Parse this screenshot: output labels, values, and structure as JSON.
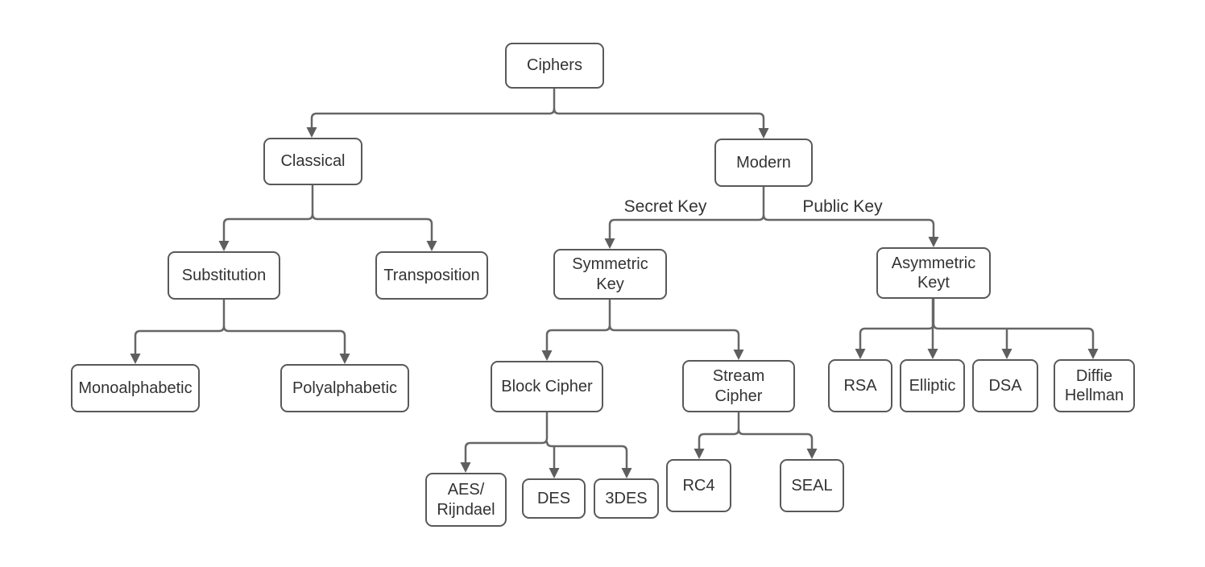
{
  "diagram": {
    "type": "tree-flowchart",
    "background_color": "#ffffff",
    "box_fill_color": "#ffffff",
    "box_border_color": "#595959",
    "line_color": "#666666",
    "text_color": "#333333",
    "nodes": {
      "ciphers": {
        "label": "Ciphers"
      },
      "classical": {
        "label": "Classical"
      },
      "modern": {
        "label": "Modern"
      },
      "substitution": {
        "label": "Substitution"
      },
      "transposition": {
        "label": "Transposition"
      },
      "monoalphabetic": {
        "label": "Monoalphabetic"
      },
      "polyalphabetic": {
        "label": "Polyalphabetic"
      },
      "symmetric_key": {
        "label": "Symmetric\nKey"
      },
      "asymmetric_key": {
        "label": "Asymmetric\nKeyt"
      },
      "block_cipher": {
        "label": "Block Cipher"
      },
      "stream_cipher": {
        "label": "Stream\nCipher"
      },
      "aes_rijndael": {
        "label": "AES/\nRijndael"
      },
      "des": {
        "label": "DES"
      },
      "triple_des": {
        "label": "3DES"
      },
      "rc4": {
        "label": "RC4"
      },
      "seal": {
        "label": "SEAL"
      },
      "rsa": {
        "label": "RSA"
      },
      "elliptic": {
        "label": "Elliptic"
      },
      "dsa": {
        "label": "DSA"
      },
      "diffie_hellman": {
        "label": "Diffie\nHellman"
      }
    },
    "edge_labels": {
      "secret_key": "Secret Key",
      "public_key": "Public Key"
    },
    "edges": [
      {
        "from": "ciphers",
        "to": "classical"
      },
      {
        "from": "ciphers",
        "to": "modern"
      },
      {
        "from": "classical",
        "to": "substitution"
      },
      {
        "from": "classical",
        "to": "transposition"
      },
      {
        "from": "substitution",
        "to": "monoalphabetic"
      },
      {
        "from": "substitution",
        "to": "polyalphabetic"
      },
      {
        "from": "modern",
        "to": "symmetric_key",
        "label": "Secret Key"
      },
      {
        "from": "modern",
        "to": "asymmetric_key",
        "label": "Public Key"
      },
      {
        "from": "symmetric_key",
        "to": "block_cipher"
      },
      {
        "from": "symmetric_key",
        "to": "stream_cipher"
      },
      {
        "from": "block_cipher",
        "to": "aes_rijndael"
      },
      {
        "from": "block_cipher",
        "to": "des"
      },
      {
        "from": "block_cipher",
        "to": "triple_des"
      },
      {
        "from": "stream_cipher",
        "to": "rc4"
      },
      {
        "from": "stream_cipher",
        "to": "seal"
      },
      {
        "from": "asymmetric_key",
        "to": "rsa"
      },
      {
        "from": "asymmetric_key",
        "to": "elliptic"
      },
      {
        "from": "asymmetric_key",
        "to": "dsa"
      },
      {
        "from": "asymmetric_key",
        "to": "diffie_hellman"
      }
    ]
  }
}
